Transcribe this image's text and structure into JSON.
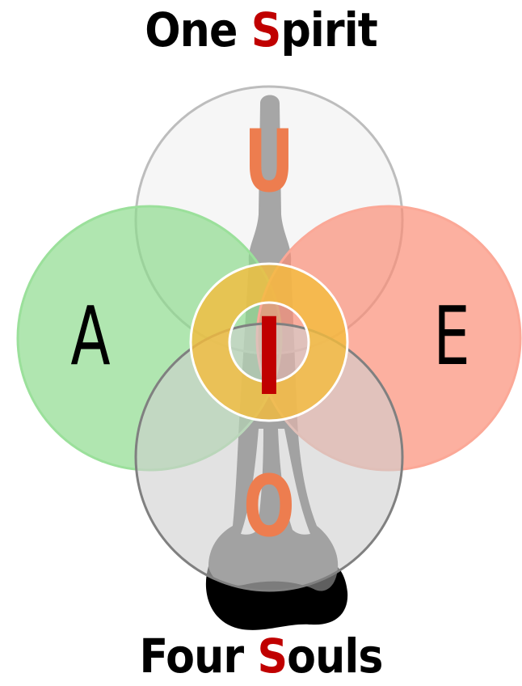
{
  "title_top": {
    "before": "One ",
    "accent": "S",
    "after": "pirit"
  },
  "title_bottom": {
    "before": "Four ",
    "accent": "S",
    "after": "ouls"
  },
  "vowels": {
    "top": "U",
    "left": "A",
    "right": "E",
    "bottom": "O",
    "center": "I"
  },
  "colors": {
    "accent_red": "#c00000",
    "vowel_orange": "#ed7d4f",
    "circle_green": "#8fdc8f",
    "circle_red": "#fb8e78",
    "circle_gold": "#f4bc3c",
    "figure_gray": "#5f5f5f",
    "shadow_black": "#000000"
  }
}
